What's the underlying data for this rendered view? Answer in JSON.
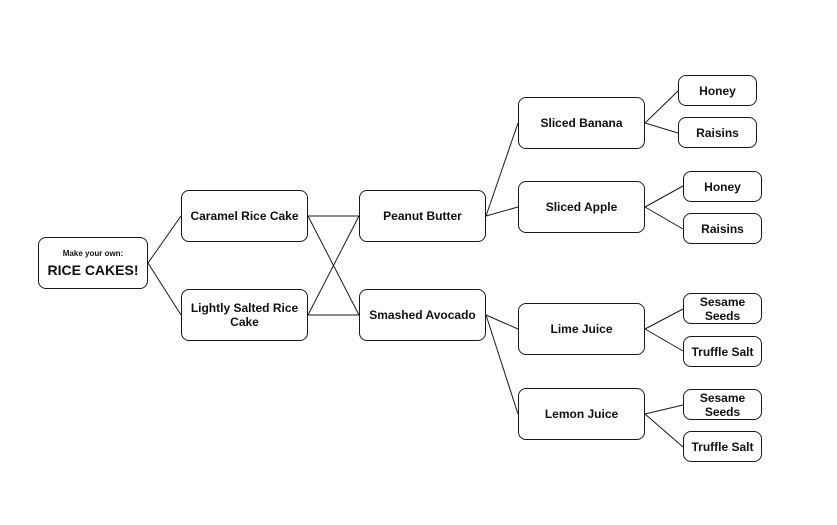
{
  "diagram": {
    "root": {
      "subtitle": "Make your own:",
      "title": "RICE CAKES!"
    },
    "bases": {
      "caramel": "Caramel Rice Cake",
      "salted": "Lightly Salted Rice Cake"
    },
    "spreads": {
      "peanut_butter": "Peanut Butter",
      "avocado": "Smashed Avocado"
    },
    "toppings": {
      "banana": "Sliced Banana",
      "apple": "Sliced Apple",
      "lime": "Lime Juice",
      "lemon": "Lemon Juice"
    },
    "finishes": {
      "banana_1": "Honey",
      "banana_2": "Raisins",
      "apple_1": "Honey",
      "apple_2": "Raisins",
      "lime_1": "Sesame Seeds",
      "lime_2": "Truffle Salt",
      "lemon_1": "Sesame Seeds",
      "lemon_2": "Truffle Salt"
    }
  }
}
